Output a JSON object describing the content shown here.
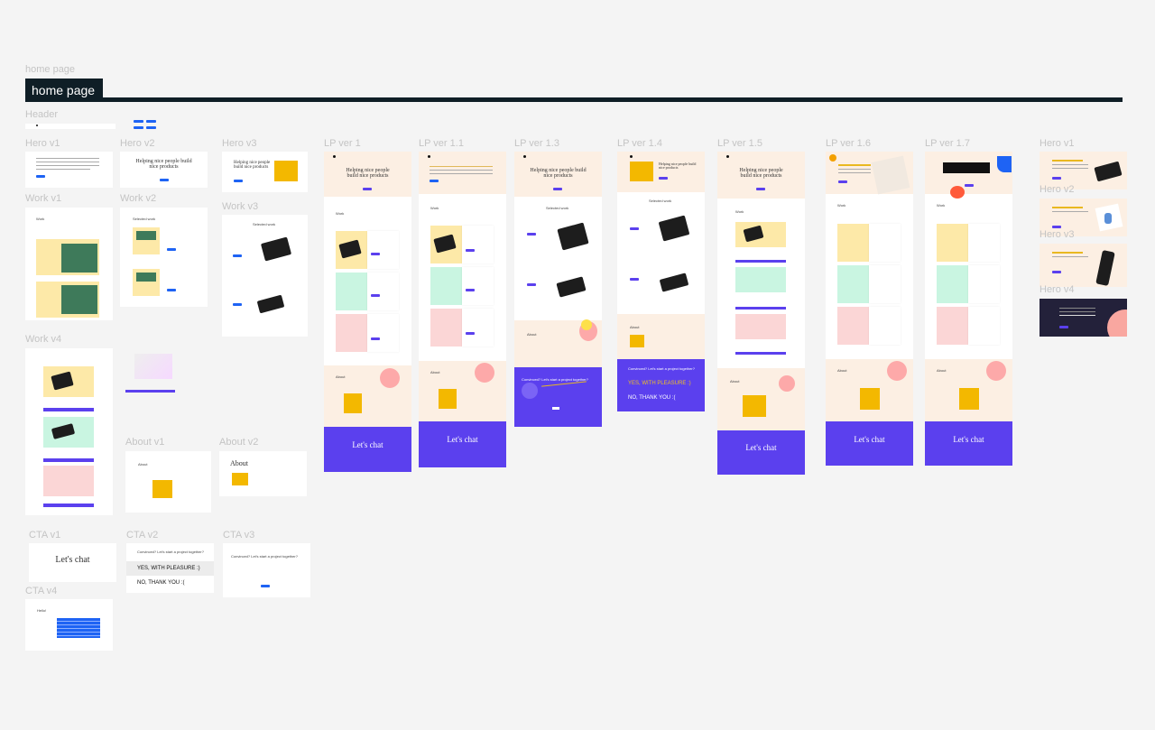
{
  "page": {
    "small_title": "home page",
    "banner_title": "home page"
  },
  "colors": {
    "peach": "#fcefe3",
    "purple": "#5b40ee",
    "blue": "#1e63f4",
    "yellow": "#fde9a8",
    "mint": "#c9f5e1",
    "pink": "#fbd6d6",
    "navy": "#23213a"
  },
  "frames": {
    "header": "Header",
    "hero_v1": "Hero v1",
    "hero_v2": "Hero v2",
    "hero_v3": "Hero v3",
    "work_v1": "Work v1",
    "work_v2": "Work v2",
    "work_v3": "Work v3",
    "work_v4": "Work v4",
    "about_v1": "About v1",
    "about_v2": "About v2",
    "cta_v1": "CTA v1",
    "cta_v2": "CTA v2",
    "cta_v3": "CTA v3",
    "cta_v4": "CTA v4",
    "lp_1": "LP ver 1",
    "lp_11": "LP ver 1.1",
    "lp_13": "LP ver 1.3",
    "lp_14": "LP ver 1.4",
    "lp_15": "LP ver 1.5",
    "lp_16": "LP ver 1.6",
    "lp_17": "LP ver 1.7",
    "r_hero_v1": "Hero v1",
    "r_hero_v2": "Hero v2",
    "r_hero_v3": "Hero v3",
    "r_hero_v4": "Hero v4"
  },
  "content": {
    "headline": "Helping nice people build nice products",
    "selected_work": "Selected work",
    "work": "Work",
    "about": "About",
    "lets_chat": "Let's chat",
    "yes": "YES, WITH PLEASURE :)",
    "no": "NO, THANK YOU :(",
    "cta_question": "Convinced? Let's start a project together?",
    "hello": "Hello!"
  }
}
